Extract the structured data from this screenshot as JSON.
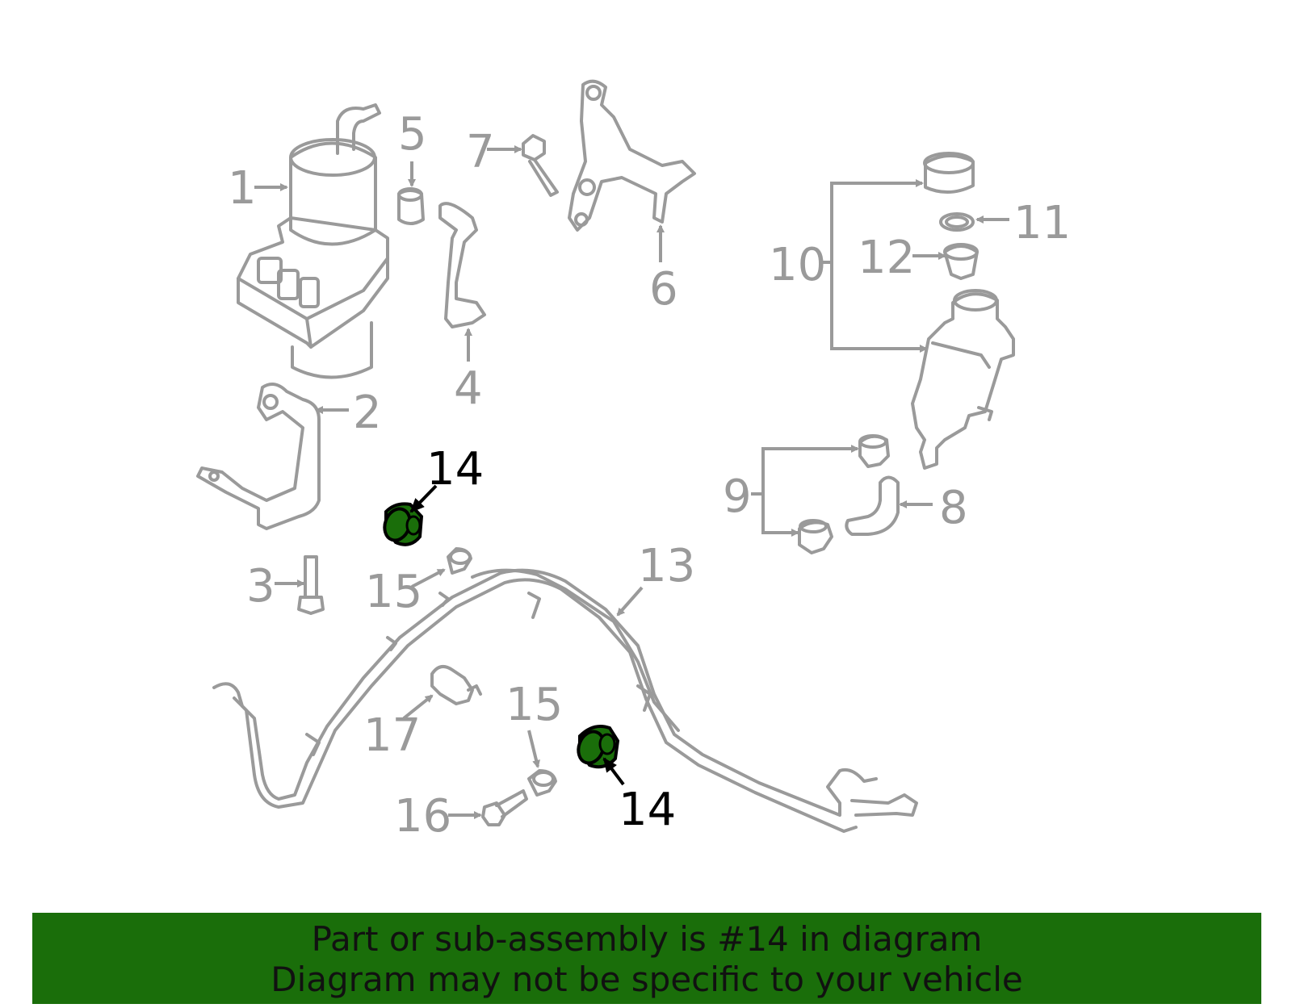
{
  "diagram": {
    "labels": {
      "p1": "1",
      "p2": "2",
      "p3": "3",
      "p4": "4",
      "p5": "5",
      "p6": "6",
      "p7": "7",
      "p8": "8",
      "p9": "9",
      "p10": "10",
      "p11": "11",
      "p12": "12",
      "p13": "13",
      "p14a": "14",
      "p14b": "14",
      "p15a": "15",
      "p15b": "15",
      "p16": "16",
      "p17": "17"
    },
    "highlight_color": "#1a6e0a",
    "highlighted_part": "14"
  },
  "banner": {
    "line1": "Part or sub-assembly is #14 in diagram",
    "line2": "Diagram may not be specific to your vehicle",
    "background": "#1a6e0a"
  }
}
